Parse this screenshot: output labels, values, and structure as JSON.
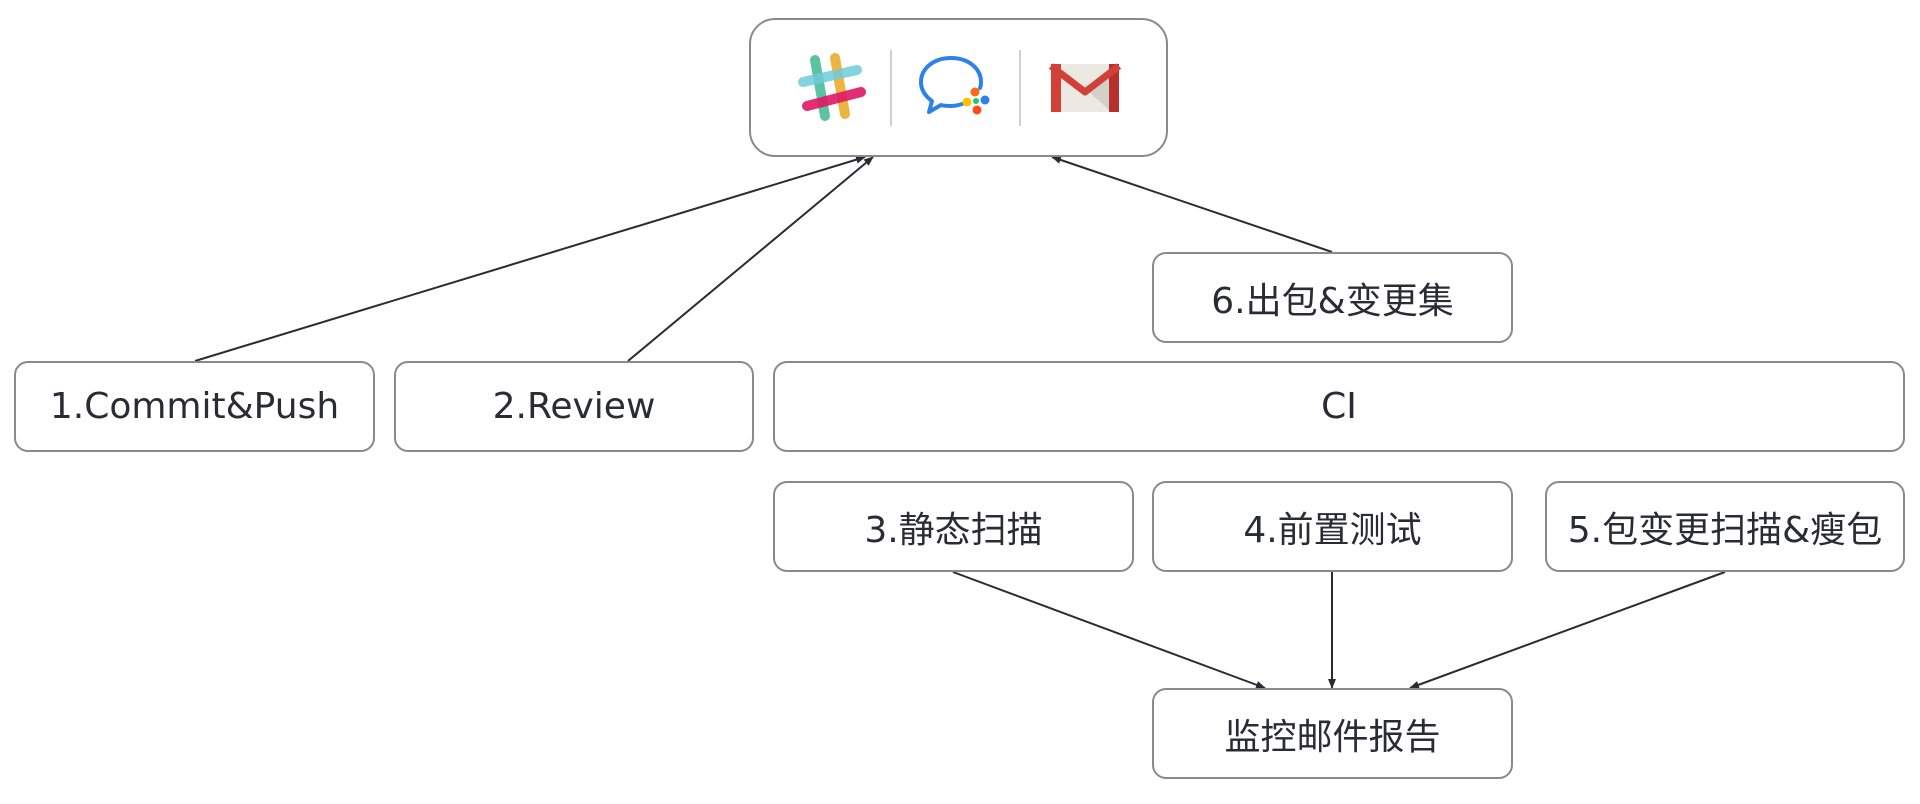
{
  "diagram": {
    "notify_box": {
      "icons": [
        "slack-icon",
        "wechat-work-icon",
        "gmail-icon"
      ]
    },
    "nodes": {
      "commit": "1.Commit&Push",
      "review": "2.Review",
      "ci": "CI",
      "package": "6.出包&变更集",
      "static_scan": "3.静态扫描",
      "pre_test": "4.前置测试",
      "slim": "5.包变更扫描&瘦包",
      "report": "监控邮件报告"
    },
    "colors": {
      "border": "#8a8a8a",
      "text": "#2b2b35",
      "arrow": "#2b2b35"
    }
  }
}
